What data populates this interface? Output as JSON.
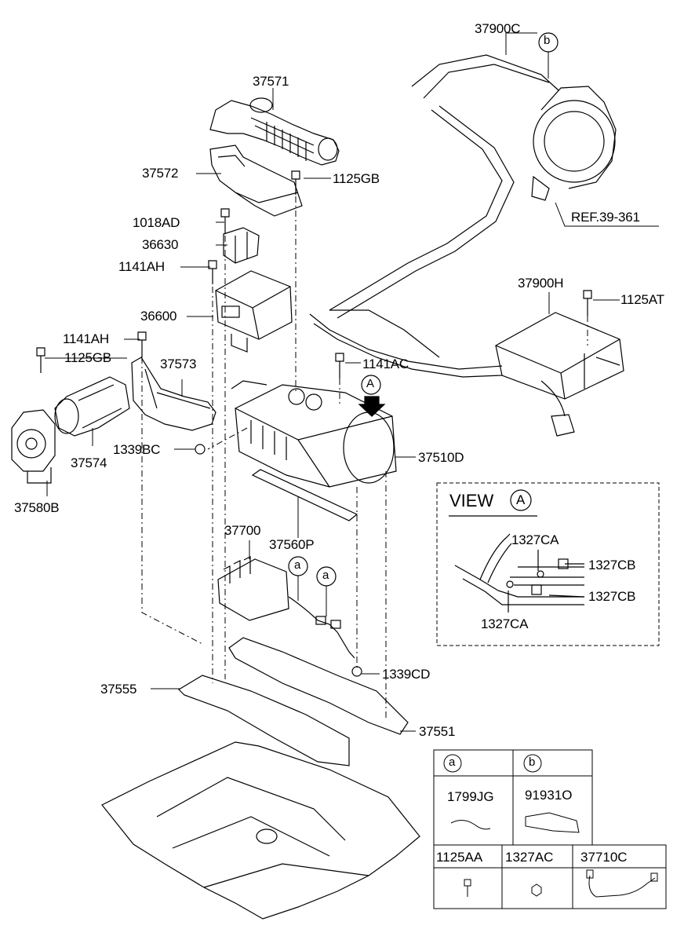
{
  "labels": {
    "p37900C": "37900C",
    "p37571": "37571",
    "p37572": "37572",
    "p1125GB_top": "1125GB",
    "p1018AD": "1018AD",
    "p36630": "36630",
    "p1141AH_top": "1141AH",
    "p36600": "36600",
    "p1141AH_left": "1141AH",
    "p1125GB_left": "1125GB",
    "p37573": "37573",
    "p1141AC": "1141AC",
    "p37900H": "37900H",
    "p1125AT": "1125AT",
    "p37510D": "37510D",
    "p1339BC": "1339BC",
    "p37574": "37574",
    "p37580B": "37580B",
    "p37560P": "37560P",
    "p37700": "37700",
    "p1339CD": "1339CD",
    "p37555": "37555",
    "p37551": "37551",
    "ref": "REF.39-361",
    "callout_b": "b",
    "callout_a1": "a",
    "callout_a2": "a",
    "callout_A": "A"
  },
  "view_a": {
    "title": "VIEW",
    "marker": "A",
    "p1327CA_top": "1327CA",
    "p1327CB_top": "1327CB",
    "p1327CB_bottom": "1327CB",
    "p1327CA_bottom": "1327CA"
  },
  "legend": {
    "head_a": "a",
    "head_b": "b",
    "p1799JG": "1799JG",
    "p91931O": "91931O",
    "p1125AA": "1125AA",
    "p1327AC": "1327AC",
    "p37710C": "37710C"
  }
}
